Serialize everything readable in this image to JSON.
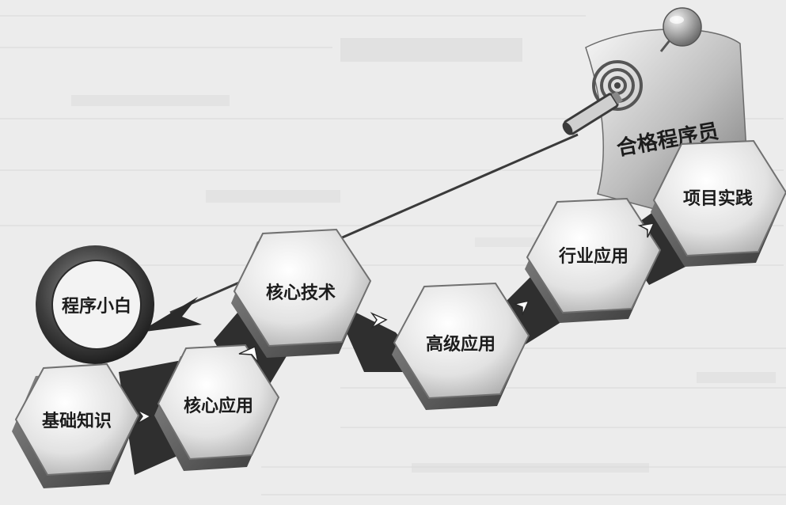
{
  "diagram": {
    "start_label": "程序小白",
    "goal_label": "合格程序员",
    "stages": [
      "基础知识",
      "核心应用",
      "核心技术",
      "高级应用",
      "行业应用",
      "项目实践"
    ]
  }
}
